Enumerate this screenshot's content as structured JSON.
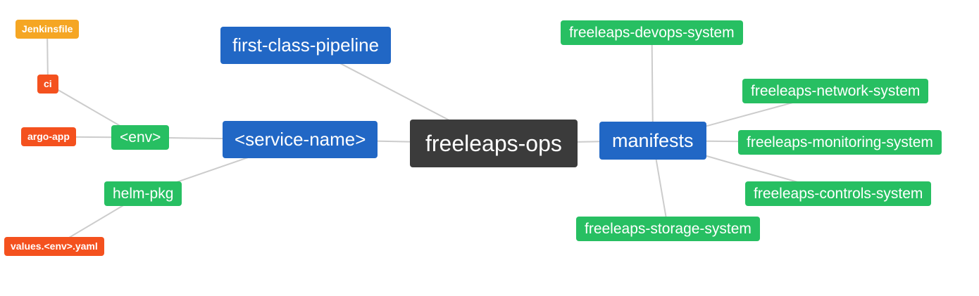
{
  "diagram": {
    "title": "freeleaps-ops mind map",
    "colors": {
      "blue": "#2167C5",
      "dark": "#3B3B3B",
      "green": "#27BF62",
      "orange": "#F5A623",
      "red": "#F4511E",
      "edge": "#CCCCCC"
    },
    "nodes": [
      {
        "id": "freeleaps-ops",
        "label": "freeleaps-ops",
        "color": "dark",
        "size": "xl"
      },
      {
        "id": "first-class-pipeline",
        "label": "first-class-pipeline",
        "color": "blue",
        "size": "md"
      },
      {
        "id": "service-name",
        "label": "<service-name>",
        "color": "blue",
        "size": "md"
      },
      {
        "id": "manifests",
        "label": "manifests",
        "color": "blue",
        "size": "mdl"
      },
      {
        "id": "env",
        "label": "<env>",
        "color": "green",
        "size": "sm"
      },
      {
        "id": "helm-pkg",
        "label": "helm-pkg",
        "color": "green",
        "size": "sm"
      },
      {
        "id": "ci",
        "label": "ci",
        "color": "red",
        "size": "xs"
      },
      {
        "id": "argo-app",
        "label": "argo-app",
        "color": "red",
        "size": "xs"
      },
      {
        "id": "jenkinsfile",
        "label": "Jenkinsfile",
        "color": "orange",
        "size": "xs"
      },
      {
        "id": "values-env-yaml",
        "label": "values.<env>.yaml",
        "color": "red",
        "size": "xs"
      },
      {
        "id": "freeleaps-devops-system",
        "label": "freeleaps-devops-system",
        "color": "green",
        "size": "sm"
      },
      {
        "id": "freeleaps-network-system",
        "label": "freeleaps-network-system",
        "color": "green",
        "size": "sm"
      },
      {
        "id": "freeleaps-monitoring-system",
        "label": "freeleaps-monitoring-system",
        "color": "green",
        "size": "sm"
      },
      {
        "id": "freeleaps-controls-system",
        "label": "freeleaps-controls-system",
        "color": "green",
        "size": "sm"
      },
      {
        "id": "freeleaps-storage-system",
        "label": "freeleaps-storage-system",
        "color": "green",
        "size": "sm"
      }
    ],
    "edges": [
      [
        "freeleaps-ops",
        "first-class-pipeline"
      ],
      [
        "freeleaps-ops",
        "service-name"
      ],
      [
        "freeleaps-ops",
        "manifests"
      ],
      [
        "service-name",
        "env"
      ],
      [
        "service-name",
        "helm-pkg"
      ],
      [
        "env",
        "ci"
      ],
      [
        "env",
        "argo-app"
      ],
      [
        "ci",
        "jenkinsfile"
      ],
      [
        "helm-pkg",
        "values-env-yaml"
      ],
      [
        "manifests",
        "freeleaps-devops-system"
      ],
      [
        "manifests",
        "freeleaps-network-system"
      ],
      [
        "manifests",
        "freeleaps-monitoring-system"
      ],
      [
        "manifests",
        "freeleaps-controls-system"
      ],
      [
        "manifests",
        "freeleaps-storage-system"
      ]
    ]
  }
}
